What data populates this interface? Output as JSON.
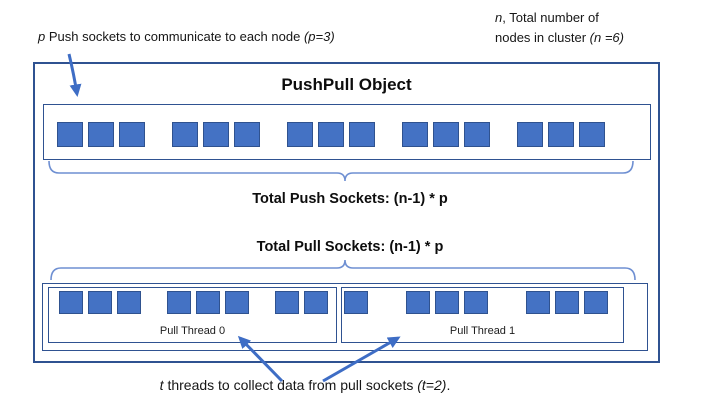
{
  "colors": {
    "box-border": "#2f5291",
    "sq-fill": "#4472c4",
    "sq-border": "#2f528f",
    "brace": "#6e8fd2",
    "arrow": "#3e6dc5"
  },
  "annotations": {
    "push_sockets": {
      "parts": [
        {
          "t": "p",
          "i": 1
        },
        {
          "t": " Push sockets to communicate to each node "
        },
        {
          "t": "(p=3)",
          "i": 1
        }
      ]
    },
    "cluster_line1": {
      "parts": [
        {
          "t": "n",
          "i": 1
        },
        {
          "t": ", Total number of"
        }
      ]
    },
    "cluster_line2": {
      "parts": [
        {
          "t": "nodes in cluster "
        },
        {
          "t": "(n =6)",
          "i": 1
        }
      ]
    },
    "threads": {
      "parts": [
        {
          "t": "t",
          "i": 1
        },
        {
          "t": " threads to collect data from pull sockets "
        },
        {
          "t": "(t=2)",
          "i": 1
        },
        {
          "t": "."
        }
      ]
    }
  },
  "object": {
    "title": "PushPull Object",
    "push_brace_label": "Total Push Sockets: (n-1) * p",
    "pull_brace_label": "Total Pull Sockets: (n-1) * p",
    "push_groups": [
      3,
      3,
      3,
      3,
      3
    ],
    "pull_threads": [
      {
        "label": "Pull Thread 0",
        "groups": [
          3,
          3,
          2
        ]
      },
      {
        "label": "Pull Thread 1",
        "groups": [
          1,
          3,
          3
        ]
      }
    ]
  }
}
